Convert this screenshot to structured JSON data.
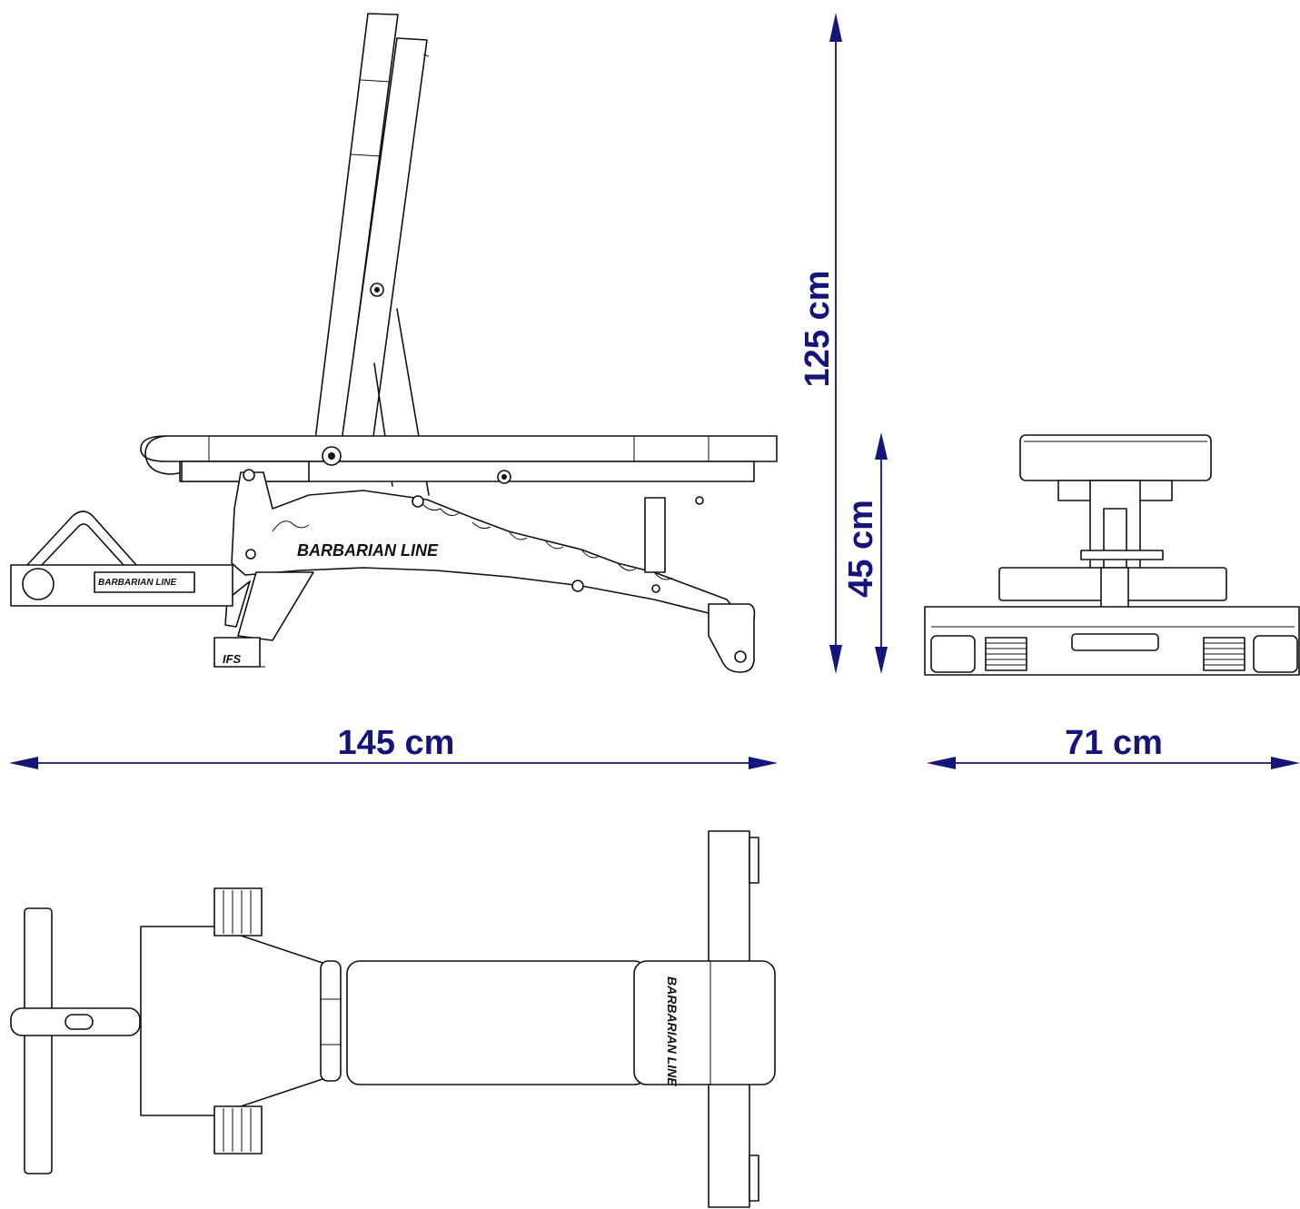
{
  "dimensions": {
    "height_total": "125 cm",
    "seat_height": "45 cm",
    "length": "145 cm",
    "width": "71 cm"
  },
  "colors": {
    "dimension": "#14147a",
    "line": "#111111",
    "background": "#ffffff"
  }
}
